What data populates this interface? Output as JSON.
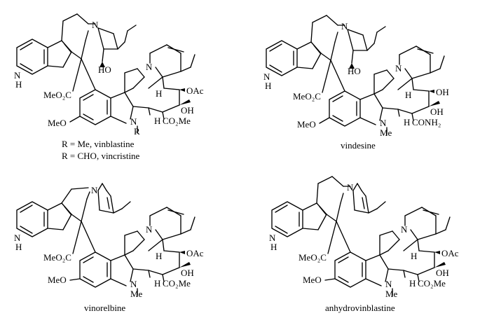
{
  "figure": {
    "captions": {
      "vinblastine_line": "R = Me,  vinblastine",
      "vincristine_line": "R = CHO,  vincristine",
      "vindesine": "vindesine",
      "vinorelbine": "vinorelbine",
      "anhydrovinblastine": "anhydrovinblastine"
    },
    "labels": {
      "N": "N",
      "H": "H",
      "HO": "HO",
      "OH": "OH",
      "OAc": "OAc",
      "MeO2C": "MeO₂C",
      "CO2Me": "CO₂Me",
      "CONH2": "CONH₂",
      "MeO": "MeO",
      "Me": "Me",
      "R": "R"
    }
  }
}
